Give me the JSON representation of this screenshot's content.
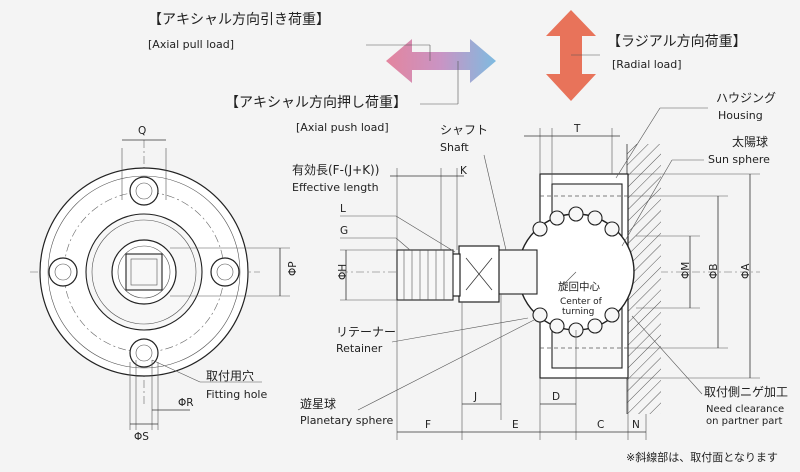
{
  "load_labels": {
    "axial_pull_jp": "【アキシャル方向引き荷重】",
    "axial_pull_en": "[Axial pull load]",
    "axial_push_jp": "【アキシャル方向押し荷重】",
    "axial_push_en": "[Axial push load]",
    "radial_jp": "【ラジアル方向荷重】",
    "radial_en": "[Radial load]"
  },
  "parts": {
    "housing_jp": "ハウジング",
    "housing_en": "Housing",
    "sun_sphere_jp": "太陽球",
    "sun_sphere_en": "Sun sphere",
    "shaft_jp": "シャフト",
    "shaft_en": "Shaft",
    "effective_length_jp": "有効長(F-(J+K))",
    "effective_length_en": "Effective length",
    "retainer_jp": "リテーナー",
    "retainer_en": "Retainer",
    "planetary_sphere_jp": "遊星球",
    "planetary_sphere_en": "Planetary sphere",
    "fitting_hole_jp": "取付用穴",
    "fitting_hole_en": "Fitting hole",
    "center_jp": "旋回中心",
    "center_en_1": "Center of",
    "center_en_2": "turning",
    "clearance_jp": "取付側ニゲ加工",
    "clearance_en_1": "Need clearance",
    "clearance_en_2": "on partner part"
  },
  "dimensions": {
    "Q": "Q",
    "P": "ΦP",
    "R": "ΦR",
    "S": "ΦS",
    "H": "ΦH",
    "K": "K",
    "L": "L",
    "G": "G",
    "J": "J",
    "F": "F",
    "E": "E",
    "D": "D",
    "C": "C",
    "N": "N",
    "T": "T",
    "M": "ΦM",
    "B": "ΦB",
    "A": "ΦA"
  },
  "footnote": "※斜線部は、取付面となります",
  "colors": {
    "pull_arrow": "#e3859e",
    "push_arrow": "#7ebbe0",
    "radial_arrow": "#e8735a"
  }
}
